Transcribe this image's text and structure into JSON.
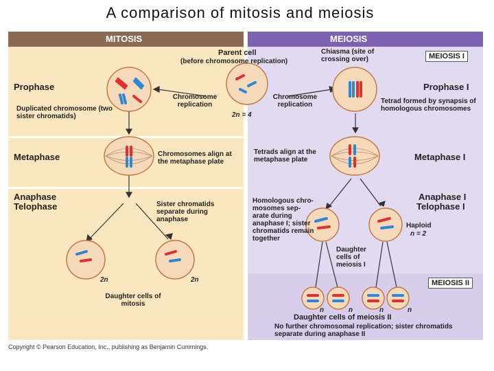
{
  "title": "A comparison of mitosis and meiosis",
  "mitosis": {
    "header": "MITOSIS",
    "prophase": "Prophase",
    "duplicated": "Duplicated chromosome (two sister chromatids)",
    "metaphase": "Metaphase",
    "align": "Chromosomes align at the metaphase plate",
    "anaphase": "Anaphase",
    "telophase": "Telophase",
    "sister": "Sister chromatids separate during anaphase",
    "two_n_a": "2n",
    "two_n_b": "2n",
    "daughters": "Daughter cells of mitosis"
  },
  "center": {
    "parent_cell": "Parent cell",
    "before": "(before chromosome replication)",
    "rep_left": "Chromosome replication",
    "rep_right": "Chromosome replication",
    "ploidy": "2n = 4"
  },
  "meiosis": {
    "header": "MEIOSIS",
    "chiasma": "Chiasma (site of crossing over)",
    "meiosis1": "MEIOSIS I",
    "prophase1": "Prophase I",
    "tetrad": "Tetrad formed by synapsis of homologous chromosomes",
    "metaphase1": "Metaphase I",
    "tetrads_align": "Tetrads align at the metaphase plate",
    "anaphase1": "Anaphase I",
    "telophase1": "Telophase I",
    "homologous": "Homologous chro- mosomes sep- arate during anaphase I; sister chromatids remain together",
    "haploid": "Haploid",
    "n2": "n = 2",
    "daughters1": "Daughter cells of meiosis I",
    "meiosis2": "MEIOSIS II",
    "n": [
      "n",
      "n",
      "n",
      "n"
    ],
    "daughters2": "Daughter cells of meiosis II",
    "no_further": "No further chromosomal replication; sister chromatids separate during anaphase II"
  },
  "copyright": "Copyright © Pearson Education, Inc., publishing as Benjamin Cummings."
}
